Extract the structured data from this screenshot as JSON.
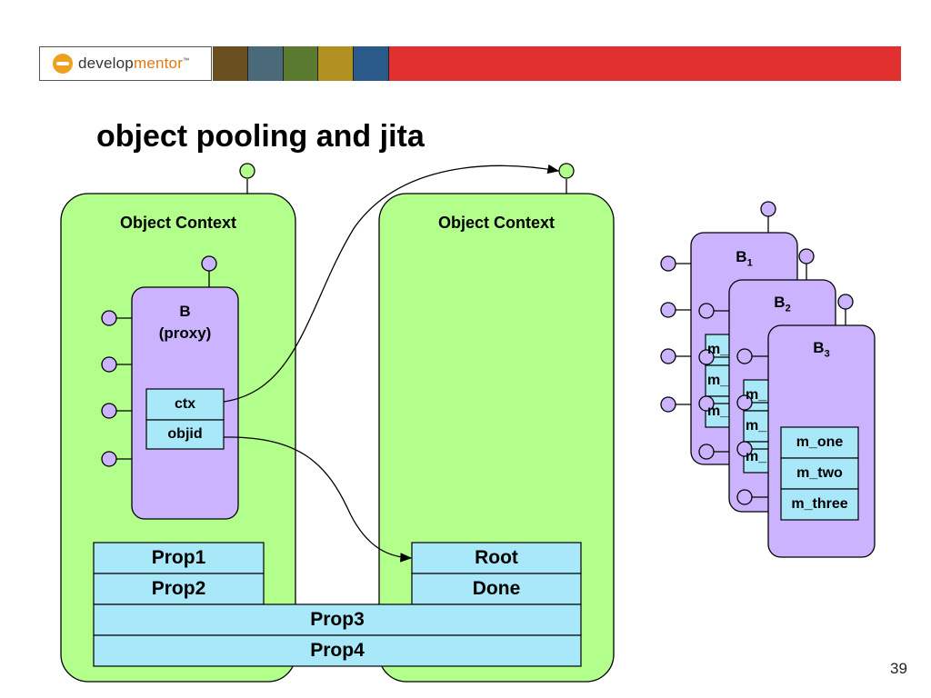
{
  "header": {
    "logo_text_a": "develop",
    "logo_text_b": "mentor",
    "logo_mark": "™"
  },
  "slide": {
    "title": "object pooling and jita",
    "number": "39"
  },
  "left_context": {
    "label": "Object Context",
    "proxy": {
      "label_line1": "B",
      "label_line2": "(proxy)",
      "fields": [
        "ctx",
        "objid"
      ]
    }
  },
  "right_context": {
    "label": "Object Context",
    "props": [
      "Root",
      "Done"
    ]
  },
  "left_props": [
    "Prop1",
    "Prop2"
  ],
  "shared_props": [
    "Prop3",
    "Prop4"
  ],
  "pool": {
    "objects": [
      {
        "base": "B",
        "sub": "1",
        "methods": [
          "m_",
          "m_",
          "m_"
        ]
      },
      {
        "base": "B",
        "sub": "2",
        "methods": [
          "m_",
          "m_",
          "m_"
        ]
      },
      {
        "base": "B",
        "sub": "3",
        "methods": [
          "m_one",
          "m_two",
          "m_three"
        ]
      }
    ]
  },
  "colors": {
    "context_fill": "#b3ff8c",
    "object_fill": "#ccb3ff",
    "field_fill": "#a8e8f8",
    "header_red": "#e03030"
  }
}
